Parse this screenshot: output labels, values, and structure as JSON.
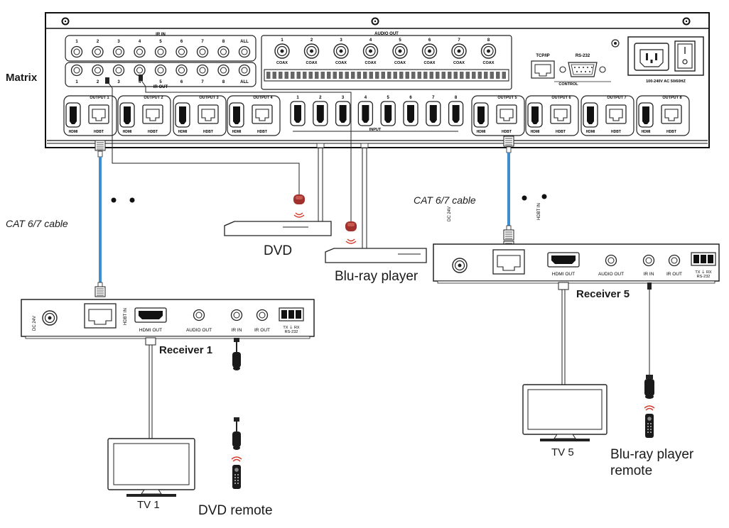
{
  "matrix": {
    "label": "Matrix",
    "ir_in_title": "IR IN",
    "ir_out_title": "IR OUT",
    "audio_out_title": "AUDIO OUT",
    "ir_ports": [
      "1",
      "2",
      "3",
      "4",
      "5",
      "6",
      "7",
      "8",
      "ALL"
    ],
    "audio_ports": [
      "1",
      "2",
      "3",
      "4",
      "5",
      "6",
      "7",
      "8"
    ],
    "coax_label": "COAX",
    "tcpip_label": "TCP/IP",
    "rs232_label": "RS-232",
    "control_label": "CONTROL",
    "power_label": "100-240V AC 50/60HZ",
    "outputs": [
      "OUTPUT 1",
      "OUTPUT 2",
      "OUTPUT 3",
      "OUTPUT 4",
      "OUTPUT 5",
      "OUTPUT 6",
      "OUTPUT 7",
      "OUTPUT 8"
    ],
    "hdmi_label": "HDMI",
    "hdbt_label": "HDBT",
    "inputs": [
      "1",
      "2",
      "3",
      "4",
      "5",
      "6",
      "7",
      "8"
    ],
    "input_label": "INPUT"
  },
  "receiver1": {
    "name": "Receiver 1",
    "dc_label": "DC 24V",
    "hdbt_in": "HDBT IN",
    "hdmi_out": "HDMI OUT",
    "audio_out": "AUDIO OUT",
    "ir_in": "IR IN",
    "ir_out": "IR OUT",
    "rs232_pins": "TX ⏚ RX",
    "rs232_label": "RS-232"
  },
  "receiver5": {
    "name": "Receiver 5",
    "dc_label": "DC 24V",
    "hdbt_in": "HDBT IN",
    "hdmi_out": "HDMI OUT",
    "audio_out": "AUDIO OUT",
    "ir_in": "IR IN",
    "ir_out": "IR OUT",
    "rs232_pins": "TX ⏚ RX",
    "rs232_label": "RS-232"
  },
  "sources": {
    "dvd": "DVD",
    "bluray": "Blu-ray player"
  },
  "cables": {
    "left": "CAT 6/7 cable",
    "right": "CAT 6/7 cable"
  },
  "displays": {
    "tv1": "TV 1",
    "tv5": "TV 5"
  },
  "remotes": {
    "dvd_remote": "DVD remote",
    "bluray_remote_line1": "Blu-ray player",
    "bluray_remote_line2": "remote"
  },
  "colors": {
    "cable": "#3f8fd0",
    "ir_emitter": "#a0312c",
    "ir_waves": "#d23a2a",
    "line": "#222222"
  }
}
